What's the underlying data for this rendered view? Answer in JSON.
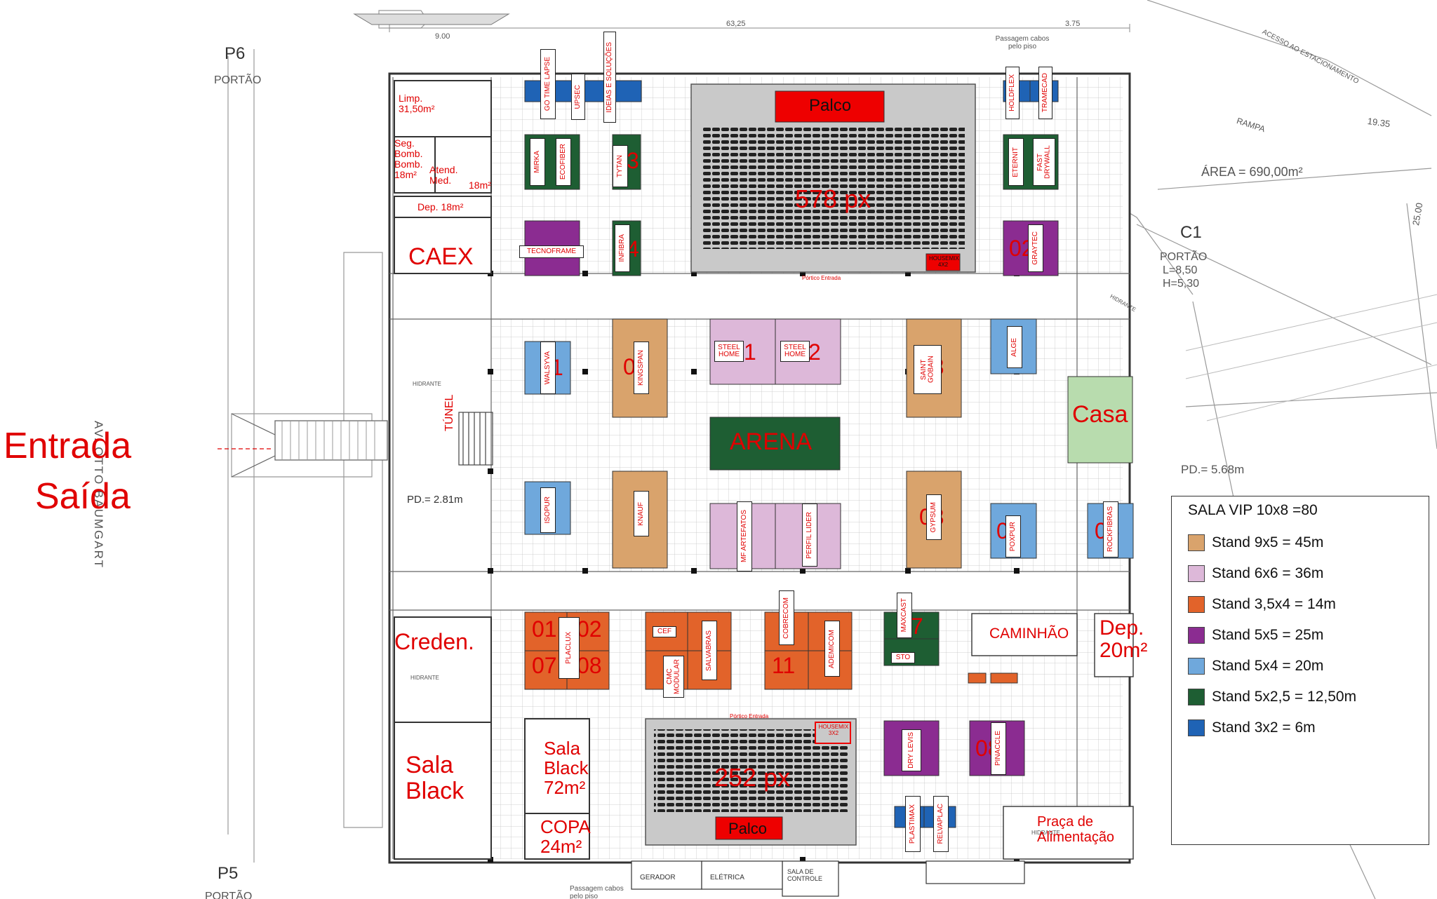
{
  "title_left": {
    "line1": "Entrada",
    "line2": "Saída"
  },
  "gates": {
    "p6": "P6",
    "p6_portao": "PORTÃO",
    "p5": "P5",
    "p5_portao": "PORTÃO",
    "c1": "C1",
    "c1_portao": "PORTÃO",
    "c1_l": "L=8,50",
    "c1_h": "H=5,30"
  },
  "street": "AV. OTTO BAUMGART",
  "area_label": "ÁREA  =  690,00m²",
  "acesso_estacionamento": "ACESSO AO ESTACIONAMENTO",
  "rampa": "RAMPA",
  "pd_281": "PD.= 2.81m",
  "pd_568": "PD.= 5.68m",
  "dims": {
    "top_total": "63,25",
    "d900": "9.00",
    "d375": "3.75",
    "passagem_top": "Passagem cabos pelo piso",
    "passagem_bottom": "Passagem cabos pelo piso",
    "d1935": "19.35",
    "d2500": "25.00"
  },
  "rooms": {
    "limp": "Limp. 31,50m²",
    "seg": "Seg. Bomb. Bomb. 18m²",
    "atend": "Atend. Med.",
    "atend_area": "18m²",
    "dep18": "Dep. 18m²",
    "caex": "CAEX",
    "tunel": "TÚNEL",
    "creden": "Creden.",
    "sala_black_left": "Sala Black",
    "sala_black_mid": "Sala Black 72m²",
    "copa": "COPA 24m²",
    "caminhao": "CAMINHÃO",
    "dep20": "Dep. 20m²",
    "praca": "Praça de Alimentação",
    "casa": "Casa",
    "arena": "ARENA",
    "palco": "Palco",
    "auditorio_top_capacity": "578 px",
    "auditorio_bottom_capacity": "252 px",
    "housemix_top": "HOUSEMIX 4X2",
    "housemix_bottom": "HOUSEMIX 3X2",
    "portico": "Pórtico Entrada"
  },
  "utility_labels": {
    "gerador": "GERADOR",
    "eletrica": "ELÉTRICA",
    "sala_controle": "SALA DE CONTROLE",
    "hidrante": "HIDRANTE"
  },
  "stand_labels": {
    "go_time_lapse": "GO TIME LAPSE",
    "upsec": "UPSEC",
    "ideias": "IDEIAS E SOLUÇÕES",
    "holdflex": "HOLDFLEX",
    "tramecad": "TRAMECAD",
    "mirka": "MIRKA",
    "ecofiber": "ECOFIBER",
    "tytan": "TYTAN",
    "eternit": "ETERNIT",
    "fast_drywall": "FAST DRYWALL",
    "tecnoframe": "TECNOFRAME",
    "infibra": "INFIBRA",
    "graytec": "GRAYTEC",
    "walsyva": "WALSYVA",
    "kingspan": "KINGSPAN",
    "steel_home_1": "STEEL HOME",
    "steel_home_2": "STEEL HOME",
    "saint_gobain": "SAINT GOBAIN",
    "alge": "ALGE",
    "isopur": "ISOPUR",
    "knauf": "KNAUF",
    "mf_artefatos": "MF ARTEFATOS",
    "perfil_lider": "PERFIL LIDER",
    "gypsum": "GYPSUM",
    "poxpur": "POXPUR",
    "rockfibras": "ROCKFIBRAS",
    "placlux": "PLACLUX",
    "cef": "CEF",
    "cmc_modular": "CMC MODULAR",
    "salvabras": "SALVABRAS",
    "cobrecom": "COBRECOM",
    "ademicom": "ADEMICOM",
    "maxcast": "MAXCAST",
    "sto": "STO",
    "dry_levis": "DRY LEVIS",
    "pinaccle": "PINACCLE",
    "plastimax": "PLASTIMAX",
    "relvaplac": "RELVAPLAC"
  },
  "stand_numbers": {
    "n01": "01",
    "n02": "02",
    "n07": "07",
    "n08": "08",
    "n11": "11",
    "g1": "1",
    "g2": "2",
    "g3": "3",
    "g4": "4",
    "g7": "7",
    "o1": "01",
    "o2": "02",
    "o3": "03",
    "o5": "05",
    "o6": "06",
    "o8": "08"
  },
  "legend": {
    "vip": "SALA VIP 10x8 =80",
    "items": [
      {
        "label": "Stand 9x5 = 45m",
        "color": "#d9a36c"
      },
      {
        "label": "Stand 6x6 = 36m",
        "color": "#ddb8d9"
      },
      {
        "label": "Stand 3,5x4 = 14m",
        "color": "#e2632a"
      },
      {
        "label": "Stand 5x5 = 25m",
        "color": "#8b2c91"
      },
      {
        "label": "Stand 5x4 = 20m",
        "color": "#6fa8dc"
      },
      {
        "label": "Stand 5x2,5 = 12,50m",
        "color": "#1e5e33"
      },
      {
        "label": "Stand 3x2 = 6m",
        "color": "#1f63b5"
      }
    ]
  },
  "colors": {
    "stand_45": "#d9a36c",
    "stand_36": "#ddb8d9",
    "stand_14": "#e2632a",
    "stand_25": "#8b2c91",
    "stand_20": "#6fa8dc",
    "stand_1250": "#1e5e33",
    "stand_6": "#1f63b5",
    "arena": "#1e5e33",
    "casa": "#b8dcae",
    "palco": "#ee0000",
    "annotation_red": "#e00000"
  }
}
